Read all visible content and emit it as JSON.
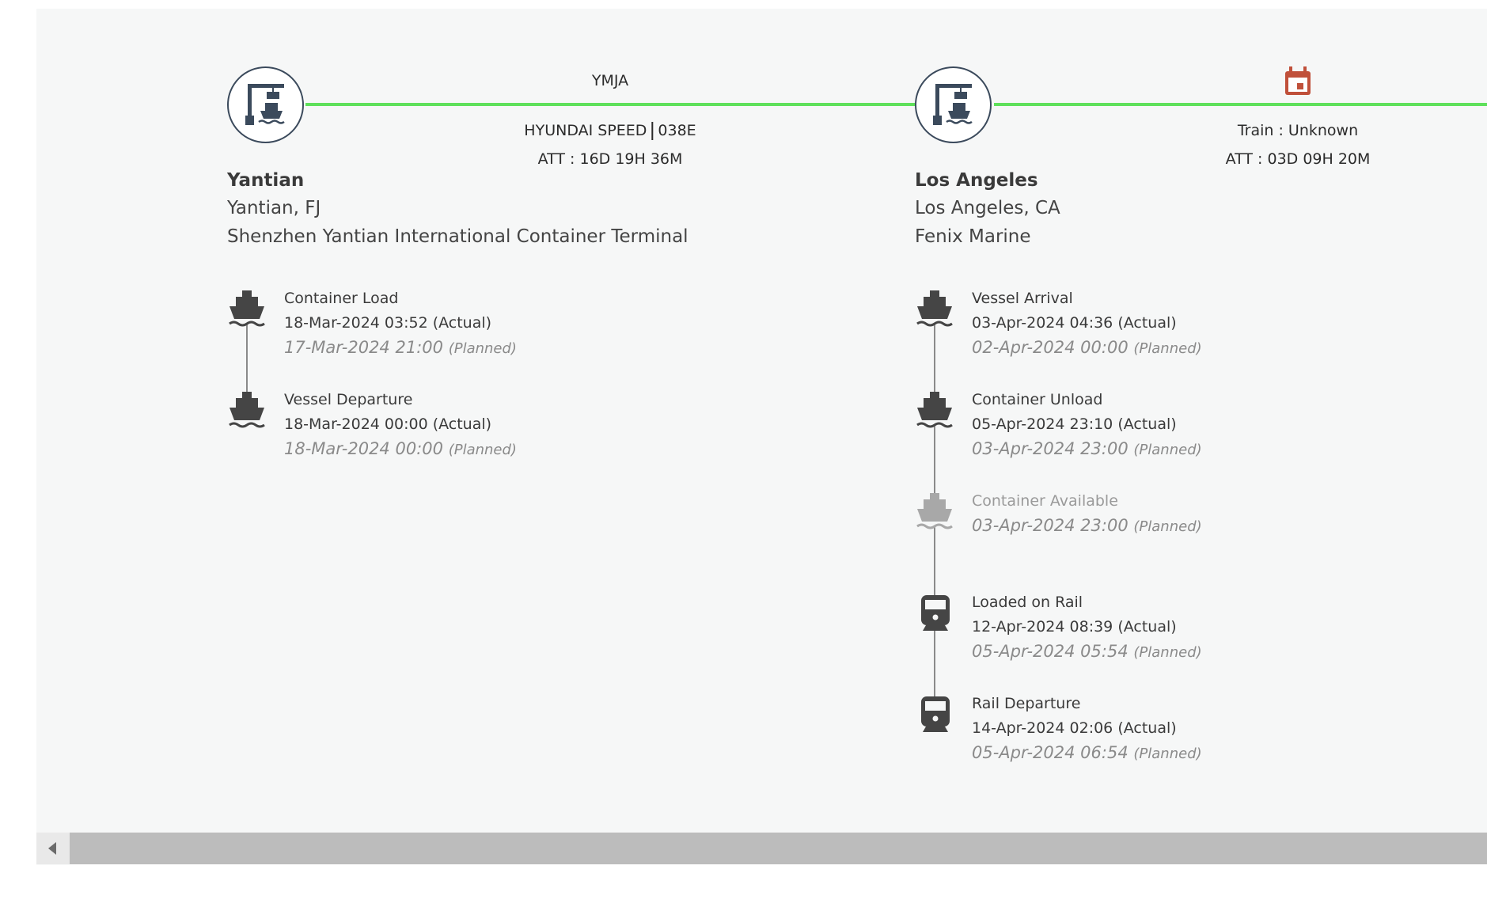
{
  "legs": [
    {
      "carrier": "YMJA",
      "vessel": "HYUNDAI SPEED",
      "voyage": "038E",
      "att": "ATT : 16D 19H 36M"
    },
    {
      "mode": "Train : Unknown",
      "att": "ATT : 03D 09H 20M"
    }
  ],
  "ports": [
    {
      "name": "Yantian",
      "city": "Yantian, FJ",
      "terminal": "Shenzhen Yantian International Container Terminal",
      "events": [
        {
          "icon": "ship-icon",
          "title": "Container Load",
          "actual": "18-Mar-2024 03:52 (Actual)",
          "planned_date": "17-Mar-2024 21:00",
          "planned_tag": "(Planned)"
        },
        {
          "icon": "ship-icon",
          "title": "Vessel Departure",
          "actual": "18-Mar-2024 00:00 (Actual)",
          "planned_date": "18-Mar-2024 00:00",
          "planned_tag": "(Planned)"
        }
      ]
    },
    {
      "name": "Los Angeles",
      "city": "Los Angeles, CA",
      "terminal": "Fenix Marine",
      "events": [
        {
          "icon": "ship-icon",
          "title": "Vessel Arrival",
          "actual": "03-Apr-2024 04:36 (Actual)",
          "planned_date": "02-Apr-2024 00:00",
          "planned_tag": "(Planned)"
        },
        {
          "icon": "ship-icon",
          "title": "Container Unload",
          "actual": "05-Apr-2024 23:10 (Actual)",
          "planned_date": "03-Apr-2024 23:00",
          "planned_tag": "(Planned)"
        },
        {
          "icon": "ship-icon",
          "title": "Container Available",
          "planned_date": "03-Apr-2024 23:00",
          "planned_tag": "(Planned)",
          "pending": true
        },
        {
          "icon": "train-icon",
          "title": "Loaded on Rail",
          "actual": "12-Apr-2024 08:39 (Actual)",
          "planned_date": "05-Apr-2024 05:54",
          "planned_tag": "(Planned)"
        },
        {
          "icon": "train-icon",
          "title": "Rail Departure",
          "actual": "14-Apr-2024 02:06 (Actual)",
          "planned_date": "05-Apr-2024 06:54",
          "planned_tag": "(Planned)"
        }
      ]
    }
  ],
  "colors": {
    "route_line": "#5fe05b",
    "port_icon": "#3b4a5c",
    "calendar_icon": "#c0503a",
    "event_icon": "#454545",
    "event_icon_pending": "#a8a8a8"
  }
}
